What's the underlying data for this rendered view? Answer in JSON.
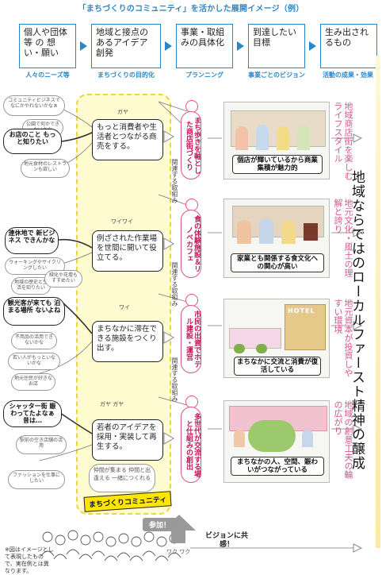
{
  "title": "「まちづくりのコミュニティ」を活かした展開イメージ（例）",
  "flow": [
    {
      "text": "個人や団体等 の 想 い・願い",
      "caption": "人々のニーズ等"
    },
    {
      "text": "地域と接点のあるアイデア創発",
      "caption": "まちづくりの目的化"
    },
    {
      "text": "事業・取組みの具体化",
      "caption": "プランニング"
    },
    {
      "text": "到達したい目標",
      "caption": "事業ごとのビジョン"
    },
    {
      "text": "生み出されるもの",
      "caption": "活動の成果・効果"
    }
  ],
  "left_bubbles": [
    {
      "text": "コミュニティビジネスでなにかやれないかなぁ",
      "bold": false
    },
    {
      "text": "公園で何かできないかな",
      "bold": false
    },
    {
      "text": "お店のこと もっと知りたい",
      "bold": true
    },
    {
      "text": "地元食材のレストランも欲しい",
      "bold": false
    },
    {
      "text": "連休地で 新ビジネス できんかな",
      "bold": true
    },
    {
      "text": "ウォーキングやサイクリングしたい",
      "bold": false
    },
    {
      "text": "地域の歴史と生活を知りたい",
      "bold": false
    },
    {
      "text": "緑化や花壇もすすめたい",
      "bold": false
    },
    {
      "text": "観光客が来ても 泊まる場所 ないよね",
      "bold": true
    },
    {
      "text": "不用品の活用できないかな",
      "bold": false
    },
    {
      "text": "若い人がもっといないかな",
      "bold": false
    },
    {
      "text": "地元住民が好きなお店",
      "bold": false
    },
    {
      "text": "シャッター街 賑わってたよなぁ 昔は…",
      "bold": true
    },
    {
      "text": "駅前の空き店舗の活用",
      "bold": false
    },
    {
      "text": "ファッションを仕事にしたい",
      "bold": false
    }
  ],
  "ideas": [
    {
      "text": "もっと消費者や生活者とつながる商売をする。",
      "murmur": "ガヤ"
    },
    {
      "text": "例ざされた作業場を世間に開いて役立てる。",
      "murmur": "ワイワイ"
    },
    {
      "text": "まちなかに滞在できる施設をつくり出す。",
      "murmur": "ワイ"
    },
    {
      "text": "若者のアイデアを採用・実装して再生する。",
      "murmur": "ガヤ ガヤ"
    }
  ],
  "idea_sub": "仲間が集まる 仲間と出逢える 一緒につくれる",
  "community_label": "まちづくりコミュニティ",
  "join_label": "参加！",
  "sympathy_label": "ビジョンに共感！",
  "crowd_noise": "ワク ワク",
  "projects": [
    "まち歩きを軸とした商店街づくり",
    "食の体験施設＆リノベカフェ",
    "市民の出資でホテル建設・運営",
    "多世代が交流する場と仕組みの創出"
  ],
  "related": "関連する取組み",
  "scene_captions": [
    "個店が輝いているから商業集積が魅力的",
    "家業とも関係する食文化への関心が高い",
    "まちなかに交流と消費が復活している",
    "まちなかの人、空間、賑わいがつながっている"
  ],
  "hotel_sign": "HOTEL",
  "outcomes": [
    "地域商店街を楽しむライフスタイル",
    "地元文化・風土の理解と誇り",
    "地元資本が投資しやすい環境",
    "地域の創意工夫の輪の広がり"
  ],
  "big_result": "地域ならではのローカルファースト精神の醸成",
  "footnote": "※図はイメージとして表現したもので、実在例とは異なります。",
  "colors": {
    "blue": "#2a86c8",
    "pink": "#e0557f",
    "yellow": "#ffe600"
  }
}
